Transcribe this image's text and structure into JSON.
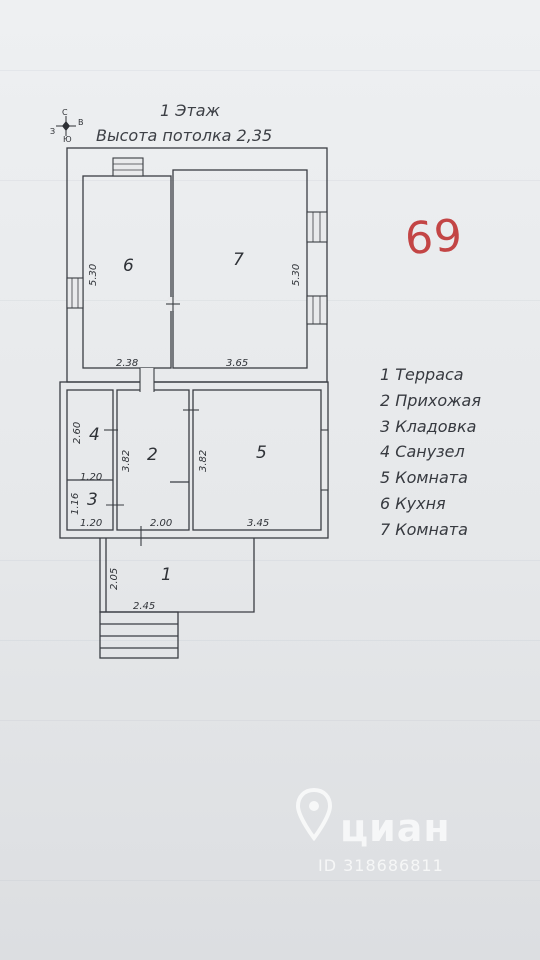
{
  "header": {
    "floor_title": "1 Этаж",
    "ceiling_height": "Высота потолка 2,35"
  },
  "compass": {
    "north": "С",
    "east": "В",
    "south": "Ю",
    "west": "З"
  },
  "page_number": "69",
  "rooms": [
    {
      "number": "1",
      "name": "Терраса"
    },
    {
      "number": "2",
      "name": "Прихожая"
    },
    {
      "number": "3",
      "name": "Кладовка"
    },
    {
      "number": "4",
      "name": "Санузел"
    },
    {
      "number": "5",
      "name": "Комната"
    },
    {
      "number": "6",
      "name": "Кухня"
    },
    {
      "number": "7",
      "name": "Комната"
    }
  ],
  "legend": [
    "1 Терраса",
    "2 Прихожая",
    "3 Кладовка",
    "4 Санузел",
    "5 Комната",
    "6 Кухня",
    "7 Комната"
  ],
  "dimensions": {
    "kitchen_height": "5.30",
    "room7_height": "5.30",
    "kitchen_width": "2.38",
    "room7_width": "3.65",
    "bathroom_height": "2.60",
    "bathroom_width": "1.20",
    "hall_height": "3.82",
    "room5_height": "3.82",
    "storage_height": "1.16",
    "storage_width": "1.20",
    "hall_width": "2.00",
    "room5_width": "3.45",
    "terrace_height": "2.05",
    "terrace_width": "2.45"
  },
  "watermark": {
    "brand": "циан",
    "listing_id": "ID 318686811"
  },
  "colors": {
    "ink": "#3a3d43",
    "paper": "#e9eaec",
    "pen_red": "#c34545"
  }
}
